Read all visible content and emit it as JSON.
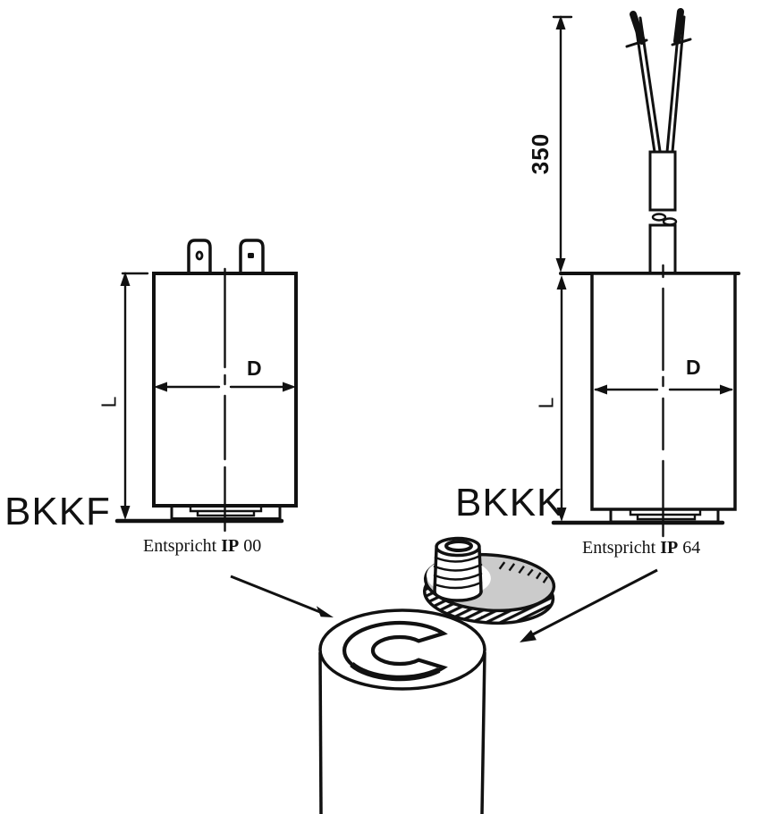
{
  "diagram": {
    "bkkf": {
      "name": "BKKF",
      "caption_word": "Entspricht",
      "caption_ip": "IP",
      "caption_num": "00",
      "dim_diameter": "D",
      "dim_length": "L"
    },
    "bkkk": {
      "name": "BKKK",
      "caption_word": "Entspricht",
      "caption_ip": "IP",
      "caption_num": "64",
      "dim_diameter": "D",
      "dim_length": "L",
      "dim_cable": "350"
    },
    "colors": {
      "line": "#111111",
      "flange_gray": "#cbcbcb",
      "background": "#ffffff"
    }
  }
}
